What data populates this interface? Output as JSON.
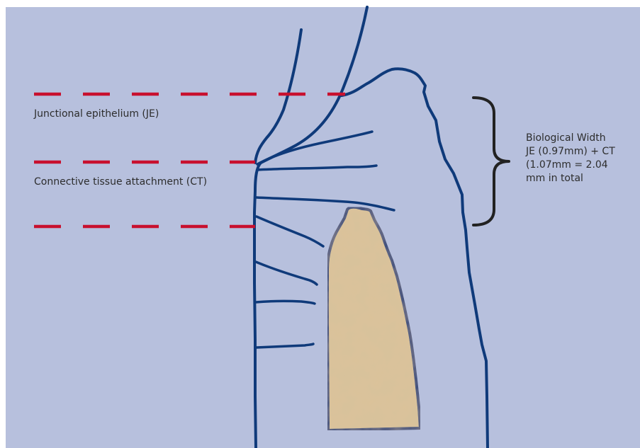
{
  "labels": {
    "junctional_epithelium": "Junctional epithelium (JE)",
    "connective_tissue": "Connective tissue attachment (CT)"
  },
  "biological_width": {
    "line1": "Biological Width",
    "line2": "JE (0.97mm) + CT",
    "line3": "(1.07mm = 2.04",
    "line4": "mm in total"
  },
  "colors": {
    "background": "#b7c0dd",
    "outline": "#0f3a7a",
    "dashed_lines": "#c8102e",
    "bone": "#dcc39a",
    "bracket": "#222222"
  }
}
